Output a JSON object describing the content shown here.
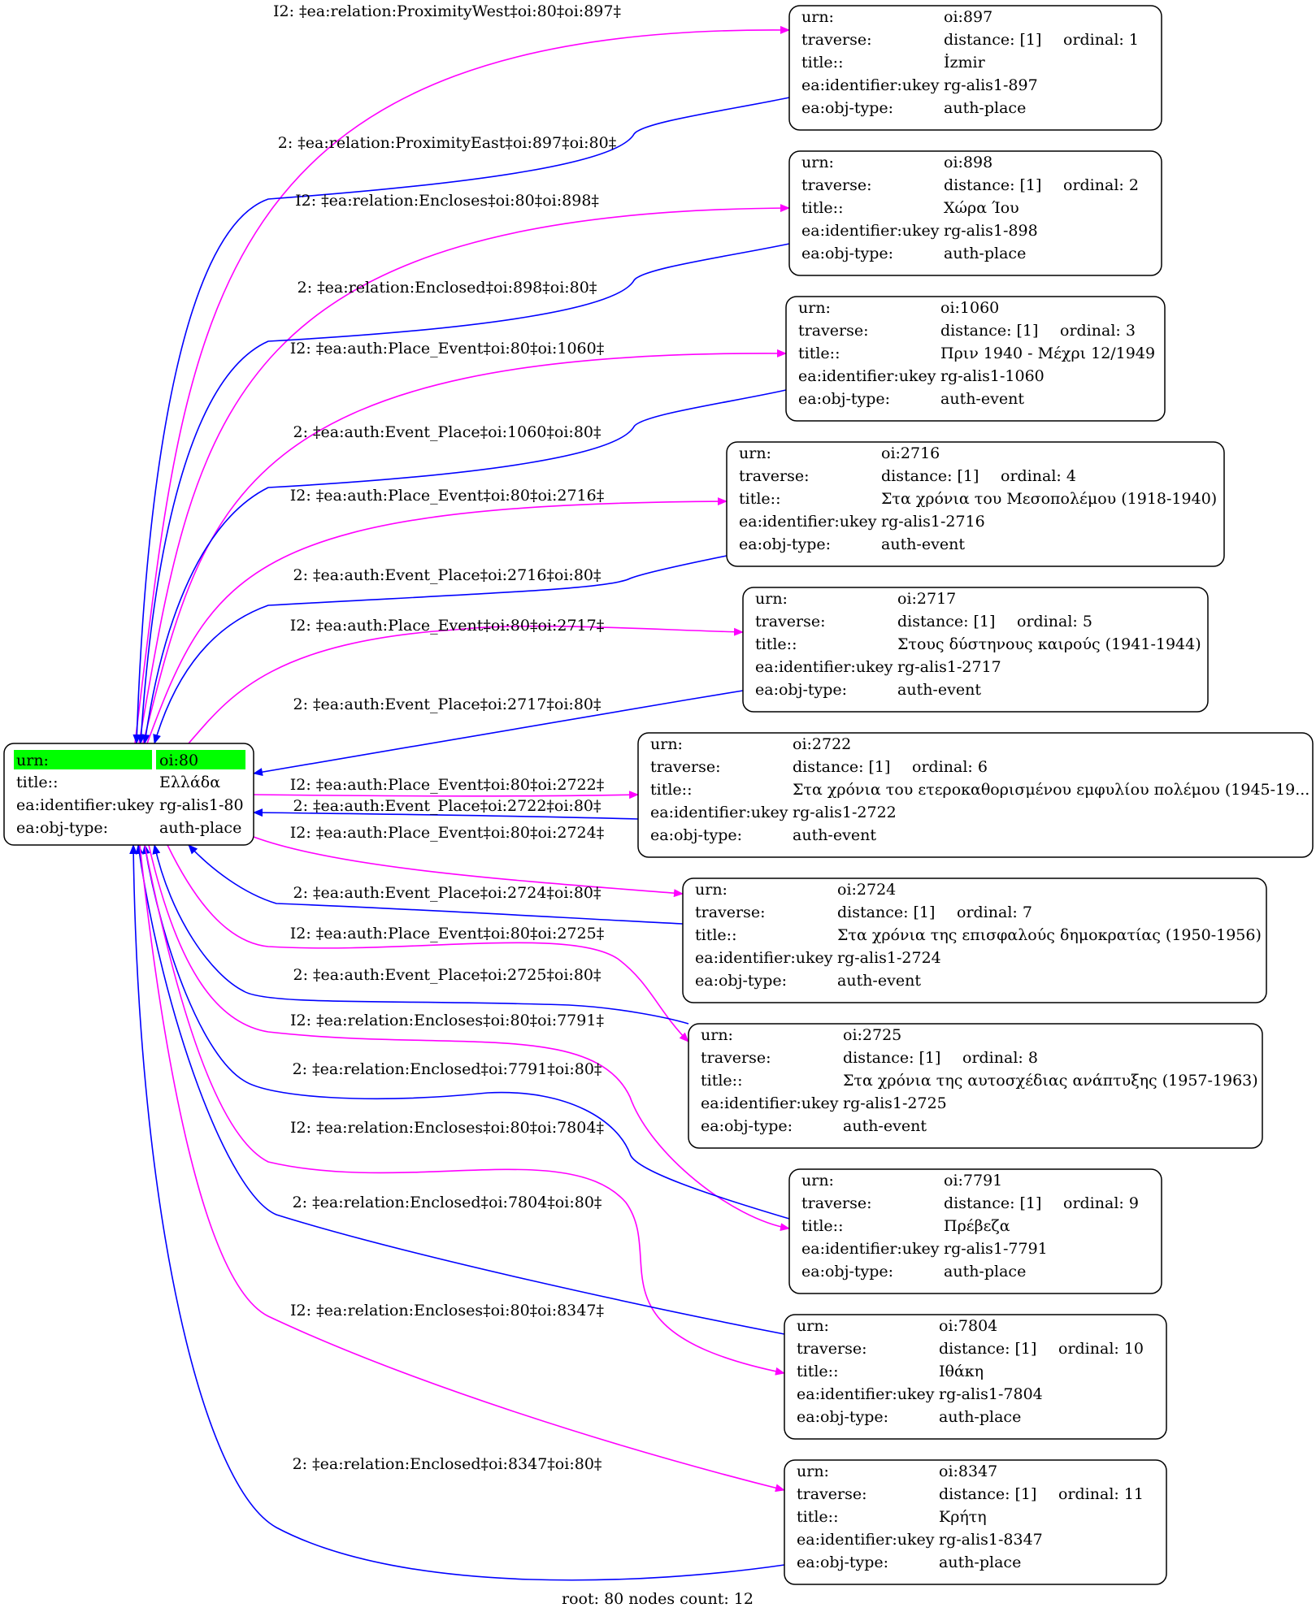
{
  "graph": {
    "footer": "root: 80 nodes count: 12",
    "colors": {
      "outgoing": "#ff00ff",
      "incoming": "#0000ff",
      "root_highlight": "#00ff00",
      "border": "#000000"
    },
    "root": {
      "urn_label": "urn:",
      "urn": "oi:80",
      "title_label": "title::",
      "title": "Ελλάδα",
      "ukey_label": "ea:identifier:ukey",
      "ukey": "rg-alis1-80",
      "type_label": "ea:obj-type:",
      "type": "auth-place"
    },
    "nodes": [
      {
        "urn": "oi:897",
        "distance": "distance: [1]",
        "ordinal": "ordinal: 1",
        "title": "İzmir",
        "ukey": "rg-alis1-897",
        "type": "auth-place"
      },
      {
        "urn": "oi:898",
        "distance": "distance: [1]",
        "ordinal": "ordinal: 2",
        "title": "Χώρα Ίου",
        "ukey": "rg-alis1-898",
        "type": "auth-place"
      },
      {
        "urn": "oi:1060",
        "distance": "distance: [1]",
        "ordinal": "ordinal: 3",
        "title": "Πριν 1940 - Μέχρι 12/1949",
        "ukey": "rg-alis1-1060",
        "type": "auth-event"
      },
      {
        "urn": "oi:2716",
        "distance": "distance: [1]",
        "ordinal": "ordinal: 4",
        "title": "Στα χρόνια του Μεσοπολέμου (1918-1940)",
        "ukey": "rg-alis1-2716",
        "type": "auth-event"
      },
      {
        "urn": "oi:2717",
        "distance": "distance: [1]",
        "ordinal": "ordinal: 5",
        "title": "Στους δύστηνους καιρούς (1941-1944)",
        "ukey": "rg-alis1-2717",
        "type": "auth-event"
      },
      {
        "urn": "oi:2722",
        "distance": "distance: [1]",
        "ordinal": "ordinal: 6",
        "title": "Στα χρόνια του ετεροκαθορισμένου εμφυλίου πολέμου (1945-19...",
        "ukey": "rg-alis1-2722",
        "type": "auth-event"
      },
      {
        "urn": "oi:2724",
        "distance": "distance: [1]",
        "ordinal": "ordinal: 7",
        "title": "Στα χρόνια της επισφαλούς δημοκρατίας (1950-1956)",
        "ukey": "rg-alis1-2724",
        "type": "auth-event"
      },
      {
        "urn": "oi:2725",
        "distance": "distance: [1]",
        "ordinal": "ordinal: 8",
        "title": "Στα χρόνια της αυτοσχέδιας ανάπτυξης (1957-1963)",
        "ukey": "rg-alis1-2725",
        "type": "auth-event"
      },
      {
        "urn": "oi:7791",
        "distance": "distance: [1]",
        "ordinal": "ordinal: 9",
        "title": "Πρέβεζα",
        "ukey": "rg-alis1-7791",
        "type": "auth-place"
      },
      {
        "urn": "oi:7804",
        "distance": "distance: [1]",
        "ordinal": "ordinal: 10",
        "title": "Ιθάκη",
        "ukey": "rg-alis1-7804",
        "type": "auth-place"
      },
      {
        "urn": "oi:8347",
        "distance": "distance: [1]",
        "ordinal": "ordinal: 11",
        "title": "Κρήτη",
        "ukey": "rg-alis1-8347",
        "type": "auth-place"
      }
    ],
    "node_labels": {
      "urn": "urn:",
      "traverse": "traverse:",
      "title": "title::",
      "ukey": "ea:identifier:ukey",
      "type": "ea:obj-type:"
    },
    "edges": [
      {
        "dir": "out",
        "label": "I2: ‡ea:relation:ProximityWest‡oi:80‡oi:897‡"
      },
      {
        "dir": "in",
        "label": "2: ‡ea:relation:ProximityEast‡oi:897‡oi:80‡"
      },
      {
        "dir": "out",
        "label": "I2: ‡ea:relation:Encloses‡oi:80‡oi:898‡"
      },
      {
        "dir": "in",
        "label": "2: ‡ea:relation:Enclosed‡oi:898‡oi:80‡"
      },
      {
        "dir": "out",
        "label": "I2: ‡ea:auth:Place_Event‡oi:80‡oi:1060‡"
      },
      {
        "dir": "in",
        "label": "2: ‡ea:auth:Event_Place‡oi:1060‡oi:80‡"
      },
      {
        "dir": "out",
        "label": "I2: ‡ea:auth:Place_Event‡oi:80‡oi:2716‡"
      },
      {
        "dir": "in",
        "label": "2: ‡ea:auth:Event_Place‡oi:2716‡oi:80‡"
      },
      {
        "dir": "out",
        "label": "I2: ‡ea:auth:Place_Event‡oi:80‡oi:2717‡"
      },
      {
        "dir": "in",
        "label": "2: ‡ea:auth:Event_Place‡oi:2717‡oi:80‡"
      },
      {
        "dir": "out",
        "label": "I2: ‡ea:auth:Place_Event‡oi:80‡oi:2722‡"
      },
      {
        "dir": "in",
        "label": "2: ‡ea:auth:Event_Place‡oi:2722‡oi:80‡"
      },
      {
        "dir": "out",
        "label": "I2: ‡ea:auth:Place_Event‡oi:80‡oi:2724‡"
      },
      {
        "dir": "in",
        "label": "2: ‡ea:auth:Event_Place‡oi:2724‡oi:80‡"
      },
      {
        "dir": "out",
        "label": "I2: ‡ea:auth:Place_Event‡oi:80‡oi:2725‡"
      },
      {
        "dir": "in",
        "label": "2: ‡ea:auth:Event_Place‡oi:2725‡oi:80‡"
      },
      {
        "dir": "out",
        "label": "I2: ‡ea:relation:Encloses‡oi:80‡oi:7791‡"
      },
      {
        "dir": "in",
        "label": "2: ‡ea:relation:Enclosed‡oi:7791‡oi:80‡"
      },
      {
        "dir": "out",
        "label": "I2: ‡ea:relation:Encloses‡oi:80‡oi:7804‡"
      },
      {
        "dir": "in",
        "label": "2: ‡ea:relation:Enclosed‡oi:7804‡oi:80‡"
      },
      {
        "dir": "out",
        "label": "I2: ‡ea:relation:Encloses‡oi:80‡oi:8347‡"
      },
      {
        "dir": "in",
        "label": "2: ‡ea:relation:Enclosed‡oi:8347‡oi:80‡"
      }
    ]
  }
}
